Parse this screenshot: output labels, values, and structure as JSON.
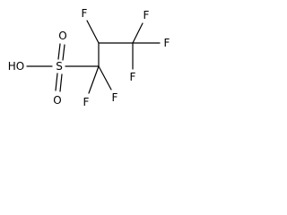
{
  "molecule": {
    "atoms": {
      "hydroxyl": "HO",
      "sulfur": "S",
      "oxygen_top": "O",
      "oxygen_bottom": "O",
      "fluorine_top_left": "F",
      "fluorine_top_right": "F",
      "fluorine_right": "F",
      "fluorine_bottom_right": "F",
      "fluorine_c1_right": "F",
      "fluorine_c1_bottom": "F"
    }
  }
}
